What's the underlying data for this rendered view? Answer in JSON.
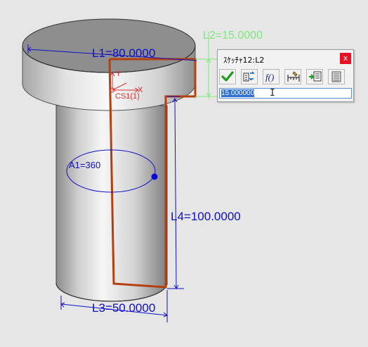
{
  "dimensions": {
    "l1": "L1=80.0000",
    "l2": "L2=15.0000",
    "l3": "L3=50.0000",
    "l4": "L4=100.0000",
    "a1": "A1=360"
  },
  "csys": {
    "y_label": "Y",
    "x_label": "X",
    "name": "CS1(1)"
  },
  "dialog": {
    "title": "ｽｹｯﾁｬ12:L2",
    "close_label": "x",
    "input_value": "15.000000",
    "toolbar": [
      {
        "name": "ok-icon"
      },
      {
        "name": "swap-icon"
      },
      {
        "name": "function-icon",
        "label": "f()"
      },
      {
        "name": "measure-icon"
      },
      {
        "name": "import-icon"
      },
      {
        "name": "list-icon"
      }
    ]
  },
  "colors": {
    "dimension_blue": "#1010c8",
    "highlight_green": "#7ee87e",
    "profile_orange": "#b4400f",
    "csys_red": "#e03030",
    "close_red": "#e81123",
    "check_green": "#1e9c1e"
  }
}
